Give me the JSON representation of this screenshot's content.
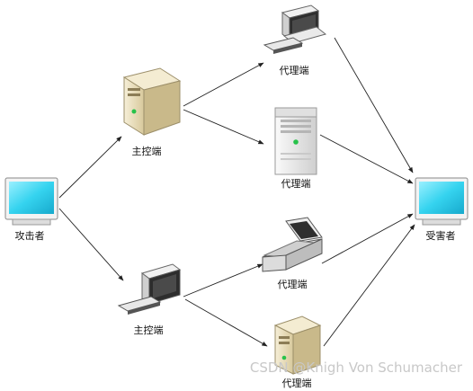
{
  "nodes": {
    "attacker": {
      "label": "攻击者",
      "icon": "monitor-icon"
    },
    "master_top": {
      "label": "主控端",
      "icon": "tower-server-icon"
    },
    "master_bottom": {
      "label": "主控端",
      "icon": "desktop-computer-icon"
    },
    "agent_1": {
      "label": "代理端",
      "icon": "desktop-computer-icon"
    },
    "agent_2": {
      "label": "代理端",
      "icon": "tower-server-icon"
    },
    "agent_3": {
      "label": "代理端",
      "icon": "laptop-icon"
    },
    "agent_4": {
      "label": "代理端",
      "icon": "tower-server-icon"
    },
    "victim": {
      "label": "受害者",
      "icon": "monitor-icon"
    }
  },
  "edges": [
    [
      "attacker",
      "master_top"
    ],
    [
      "attacker",
      "master_bottom"
    ],
    [
      "master_top",
      "agent_1"
    ],
    [
      "master_top",
      "agent_2"
    ],
    [
      "master_bottom",
      "agent_3"
    ],
    [
      "master_bottom",
      "agent_4"
    ],
    [
      "agent_1",
      "victim"
    ],
    [
      "agent_2",
      "victim"
    ],
    [
      "agent_3",
      "victim"
    ],
    [
      "agent_4",
      "victim"
    ]
  ],
  "watermark": "CSDN @Knigh Von Schumacher",
  "colors": {
    "screen": "#35d3ef",
    "server_beige": "#e8dcb8",
    "server_gray": "#e6e6e6",
    "led": "#27c24a"
  }
}
